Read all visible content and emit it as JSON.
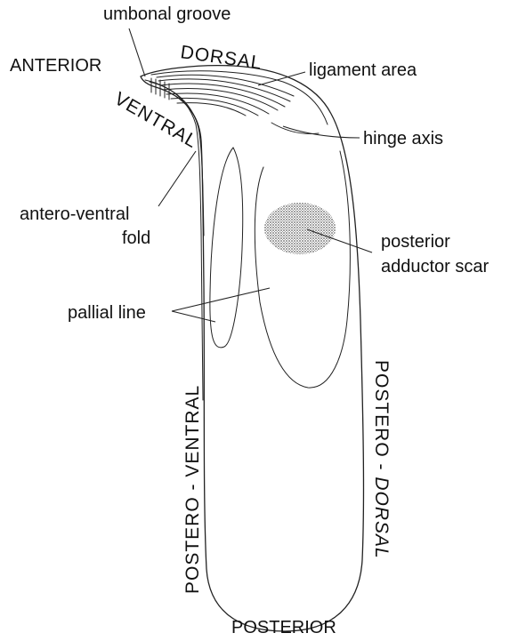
{
  "labels": {
    "umbonal_groove": "umbonal groove",
    "anterior": "ANTERIOR",
    "dorsal": "DORSAL",
    "ligament_area": "ligament area",
    "ventral": "VENTRAL",
    "hinge_axis": "hinge axis",
    "antero_ventral_fold_1": "antero-ventral",
    "antero_ventral_fold_2": "fold",
    "posterior_adductor_scar_1": "posterior",
    "posterior_adductor_scar_2": "adductor scar",
    "pallial_line": "pallial line",
    "postero_ventral": "POSTERO - VENTRAL",
    "postero_dorsal_1": "POSTERO - ",
    "postero_dorsal_2": "DORSAL",
    "posterior": "POSTERIOR"
  },
  "colors": {
    "stroke": "#222222",
    "text": "#111111",
    "stipple": "#555555"
  }
}
